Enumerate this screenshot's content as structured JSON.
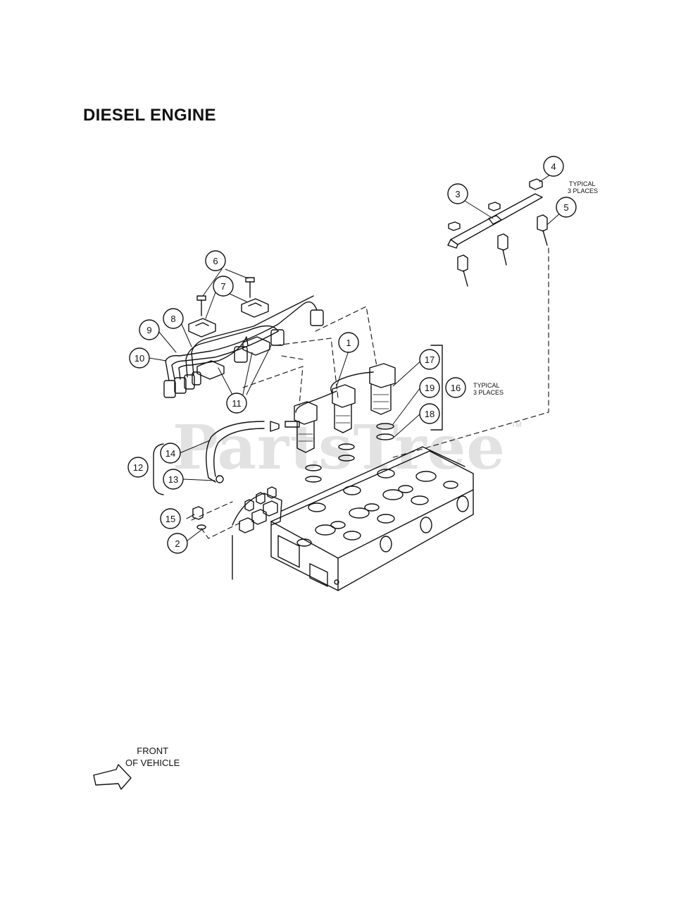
{
  "title": "DIESEL ENGINE",
  "watermark": "PartsTree",
  "trademark": "TM",
  "notes": {
    "typical_top_line1": "TYPICAL",
    "typical_top_line2": "3 PLACES",
    "typical_mid_line1": "TYPICAL",
    "typical_mid_line2": "3 PLACES"
  },
  "front_label": {
    "line1": "FRONT",
    "line2": "OF VEHICLE"
  },
  "callouts": [
    "1",
    "2",
    "3",
    "4",
    "5",
    "6",
    "7",
    "8",
    "9",
    "10",
    "11",
    "12",
    "13",
    "14",
    "15",
    "16",
    "17",
    "18",
    "19"
  ]
}
